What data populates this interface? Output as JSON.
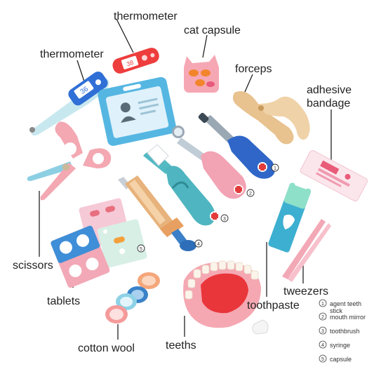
{
  "labels": {
    "thermometer_top": "thermometer",
    "cat_capsule": "cat capsule",
    "thermometer_left": "thermometer",
    "forceps": "forceps",
    "adhesive_line1": "adhesive",
    "adhesive_line2": "bandage",
    "scissors": "scissors",
    "tablets": "tablets",
    "tweezers": "tweezers",
    "toothpaste": "toothpaste",
    "cotton_wool": "cotton wool",
    "teeths": "teeths"
  },
  "legend": [
    {
      "num": "1",
      "text_lines": [
        "agent teeth",
        "stick"
      ]
    },
    {
      "num": "2",
      "text_lines": [
        "mouth mirror"
      ]
    },
    {
      "num": "3",
      "text_lines": [
        "toothbrush"
      ]
    },
    {
      "num": "4",
      "text_lines": [
        "syringe"
      ]
    },
    {
      "num": "5",
      "text_lines": [
        "capsule"
      ]
    }
  ],
  "toy_markings": {
    "thermometer_reading": "36",
    "mini_thermometer_reading": "38",
    "callouts": [
      "1",
      "2",
      "3",
      "4",
      "5"
    ]
  },
  "colors": {
    "pink": "#f3a9b4",
    "blue": "#3b7dd8",
    "teal": "#43b7c0",
    "red": "#e33b3b",
    "wood": "#e7c08f",
    "cream": "#f6e6d0"
  }
}
